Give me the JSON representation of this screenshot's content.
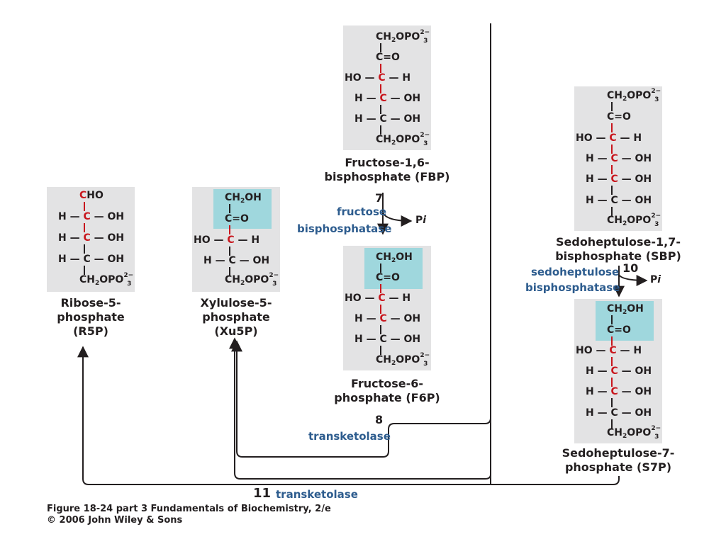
{
  "molecules": {
    "fbp": {
      "name_line1": "Fructose-1,6-",
      "name_line2": "bisphosphate (FBP)",
      "rows": [
        "CH₂OPO₃²⁻",
        "C=O",
        "HO—C—H",
        "H—C—OH",
        "H—C—OH",
        "CH₂OPO₃²⁻"
      ]
    },
    "r5p": {
      "name_line1": "Ribose-5-",
      "name_line2": "phosphate",
      "name_line3": "(R5P)",
      "rows": [
        "CHO",
        "H—C—OH",
        "H—C—OH",
        "H—C—OH",
        "CH₂OPO₃²⁻"
      ]
    },
    "xu5p": {
      "name_line1": "Xylulose-5-",
      "name_line2": "phosphate",
      "name_line3": "(Xu5P)",
      "rows": [
        "CH₂OH",
        "C=O",
        "HO—C—H",
        "H—C—OH",
        "CH₂OPO₃²⁻"
      ]
    },
    "f6p": {
      "name_line1": "Fructose-6-",
      "name_line2": "phosphate (F6P)",
      "rows": [
        "CH₂OH",
        "C=O",
        "HO—C—H",
        "H—C—OH",
        "H—C—OH",
        "CH₂OPO₃²⁻"
      ]
    },
    "sbp": {
      "name_line1": "Sedoheptulose-1,7-",
      "name_line2": "bisphosphate (SBP)",
      "rows": [
        "CH₂OPO₃²⁻",
        "C=O",
        "HO—C—H",
        "H—C—OH",
        "H—C—OH",
        "H—C—OH",
        "CH₂OPO₃²⁻"
      ]
    },
    "s7p": {
      "name_line1": "Sedoheptulose-7-",
      "name_line2": "phosphate (S7P)",
      "rows": [
        "CH₂OH",
        "C=O",
        "HO—C—H",
        "H—C—OH",
        "H—C—OH",
        "H—C—OH",
        "CH₂OPO₃²⁻"
      ]
    }
  },
  "steps": {
    "s7": {
      "number": "7",
      "enzyme_line1": "fructose",
      "enzyme_line2": "bisphosphatase",
      "product": "Pi"
    },
    "s8": {
      "number": "8",
      "enzyme": "transketolase"
    },
    "s10": {
      "number": "10",
      "enzyme_line1": "sedoheptulose",
      "enzyme_line2": "bisphosphatase",
      "product": "Pi"
    },
    "s11": {
      "number": "11",
      "enzyme": "transketolase"
    }
  },
  "caption": {
    "line1": "Figure 18-24 part 3  Fundamentals of Biochemistry, 2/e",
    "line2": "© 2006 John Wiley & Sons"
  },
  "colors": {
    "enzyme_text": "#2d5c8e",
    "highlight": "#9fd7dd",
    "carbon_backbone": "#c8161d",
    "box_background": "#e3e3e4"
  }
}
